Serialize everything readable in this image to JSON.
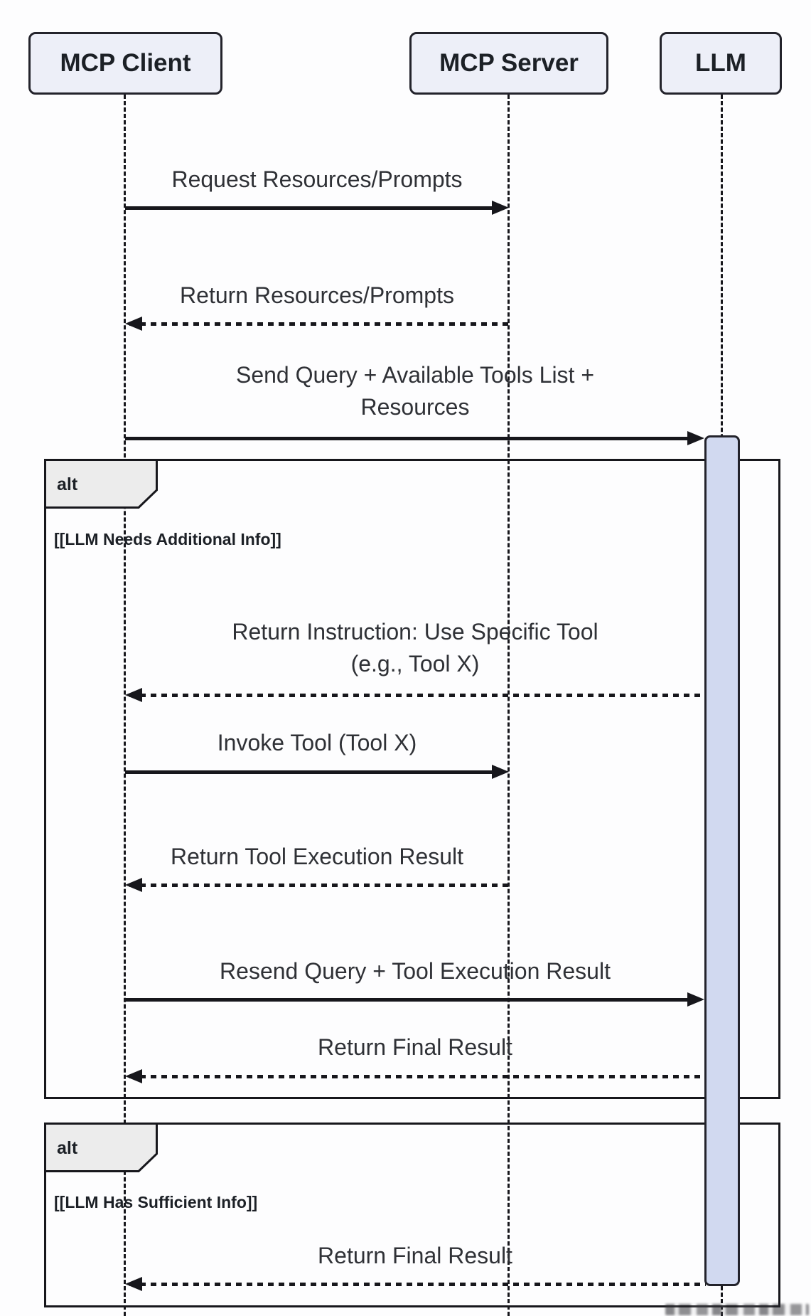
{
  "diagram": {
    "type": "sequence-diagram",
    "actors": [
      {
        "label": "MCP Client"
      },
      {
        "label": "MCP Server"
      },
      {
        "label": "LLM"
      }
    ],
    "messages": [
      {
        "label": "Request Resources/Prompts",
        "from": "MCP Client",
        "to": "MCP Server",
        "line": "solid"
      },
      {
        "label": "Return Resources/Prompts",
        "from": "MCP Server",
        "to": "MCP Client",
        "line": "dashed"
      },
      {
        "label": "Send Query + Available Tools List +\nResources",
        "from": "MCP Client",
        "to": "LLM",
        "line": "solid"
      },
      {
        "label": "Return Instruction: Use Specific Tool\n(e.g., Tool X)",
        "from": "LLM",
        "to": "MCP Client",
        "line": "dashed"
      },
      {
        "label": "Invoke Tool (Tool X)",
        "from": "MCP Client",
        "to": "MCP Server",
        "line": "solid"
      },
      {
        "label": "Return Tool Execution Result",
        "from": "MCP Server",
        "to": "MCP Client",
        "line": "dashed"
      },
      {
        "label": "Resend Query + Tool Execution Result",
        "from": "MCP Client",
        "to": "LLM",
        "line": "solid"
      },
      {
        "label": "Return Final Result",
        "from": "LLM",
        "to": "MCP Client",
        "line": "dashed"
      },
      {
        "label": "Return Final Result",
        "from": "LLM",
        "to": "MCP Client",
        "line": "dashed"
      }
    ],
    "alt_blocks": [
      {
        "label": "alt",
        "condition": "[[LLM Needs Additional Info]]"
      },
      {
        "label": "alt",
        "condition": "[[LLM Has Sufficient Info]]"
      }
    ],
    "colors": {
      "actor_fill": "#edeff8",
      "activation_fill": "#d1d9f0",
      "frame_label_fill": "#ececec",
      "line": "#17171c",
      "text": "#2e3034",
      "background": "#fdfdfe"
    }
  }
}
